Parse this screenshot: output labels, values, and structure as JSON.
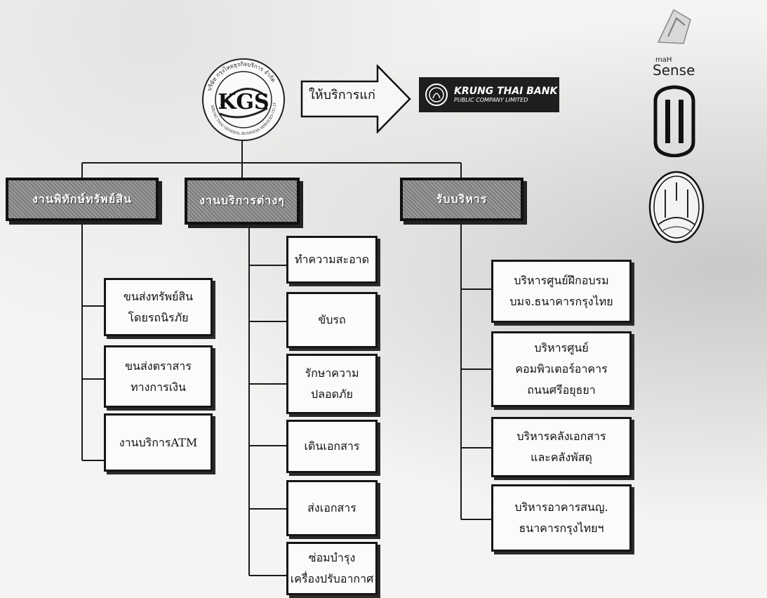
{
  "company": {
    "seal_text": "บริษัท กรุงไทยธุรกิจบริการ จำกัด",
    "seal_text_en": "KRUNG THAI GENERAL BUSINESS SERVICES CO.,LTD.",
    "logo_letters": "KGS"
  },
  "arrow_label": "ให้บริการแก่",
  "bank": {
    "name": "KRUNG THAI BANK",
    "subtitle": "PUBLIC COMPANY LIMITED"
  },
  "side_brand": {
    "line1": "maH",
    "line2": "Sense"
  },
  "divisions": [
    {
      "title": "งานพิทักษ์ทรัพย์สิน",
      "items": [
        "ขนส่งทรัพย์สิน\nโดยรถนิรภัย",
        "ขนส่งตราสาร\nทางการเงิน",
        "งานบริการATM"
      ]
    },
    {
      "title": "งานบริการต่างๆ",
      "items": [
        "ทำความสะอาด",
        "ขับรถ",
        "รักษาความ\nปลอดภัย",
        "เดินเอกสาร",
        "ส่งเอกสาร",
        "ซ่อมบำรุง\nเครื่องปรับอากาศ"
      ]
    },
    {
      "title": "รับบริหาร",
      "items": [
        "บริหารศูนย์ฝึกอบรม\nบมจ.ธนาคารกรุงไทย",
        "บริหารศูนย์\nคอมพิวเตอร์อาคาร\nถนนศรีอยุธยา",
        "บริหารคลังเอกสาร\nและคลังพัสดุ",
        "บริหารอาคารสนญ.\nธนาคารกรุงไทยฯ"
      ]
    }
  ]
}
